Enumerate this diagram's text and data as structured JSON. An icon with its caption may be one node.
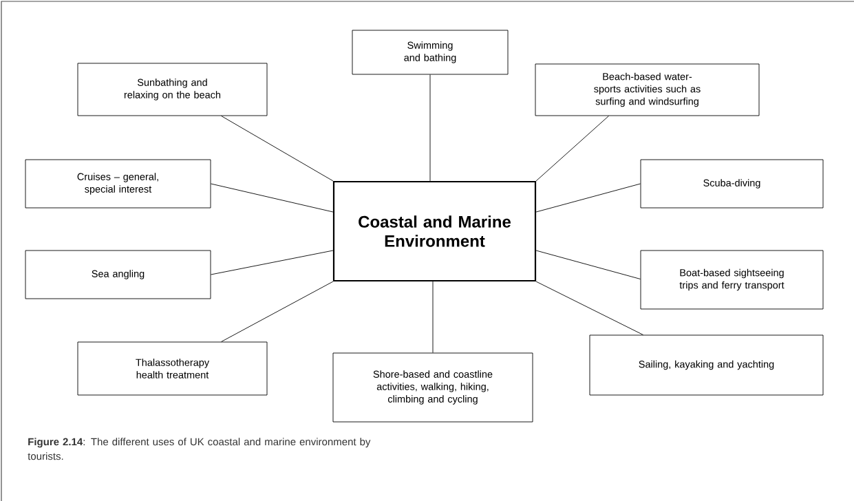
{
  "diagram": {
    "caption": "**Figure 2.14**: The different uses of UK coastal and marine environment by tourists.",
    "nodes": [
      {
        "text": [
          "Coastal and Marine Environment"
        ]
      },
      {
        "text": [
          "Swimming and bathing"
        ]
      },
      {
        "text": [
          "Sunbathing and relaxing on the beach"
        ]
      },
      {
        "text": [
          "Beach-based water-sports activities such as surfing and windsurfing"
        ]
      },
      {
        "text": [
          "Cruises – general, special interest"
        ]
      },
      {
        "text": [
          "Scuba-diving"
        ]
      },
      {
        "text": [
          "Sea angling"
        ]
      },
      {
        "text": [
          "Boat-based sightseeing trips and ferry transport"
        ]
      },
      {
        "text": [
          "Thalassotherapy health treatment"
        ]
      },
      {
        "text": [
          "Shore-based and coastline activities, walking, hiking, climbing and cycling"
        ]
      },
      {
        "text": [
          "Sailing, kayaking and yachting"
        ]
      }
    ],
    "edges": [
      {
        "from": 0,
        "to": 1,
        "arrow": "none"
      },
      {
        "from": 0,
        "to": 2,
        "arrow": "none"
      },
      {
        "from": 0,
        "to": 3,
        "arrow": "none"
      },
      {
        "from": 0,
        "to": 4,
        "arrow": "none"
      },
      {
        "from": 0,
        "to": 5,
        "arrow": "none"
      },
      {
        "from": 0,
        "to": 6,
        "arrow": "none"
      },
      {
        "from": 0,
        "to": 7,
        "arrow": "none"
      },
      {
        "from": 0,
        "to": 8,
        "arrow": "none"
      },
      {
        "from": 0,
        "to": 9,
        "arrow": "none"
      },
      {
        "from": 0,
        "to": 10,
        "arrow": "none"
      }
    ]
  }
}
